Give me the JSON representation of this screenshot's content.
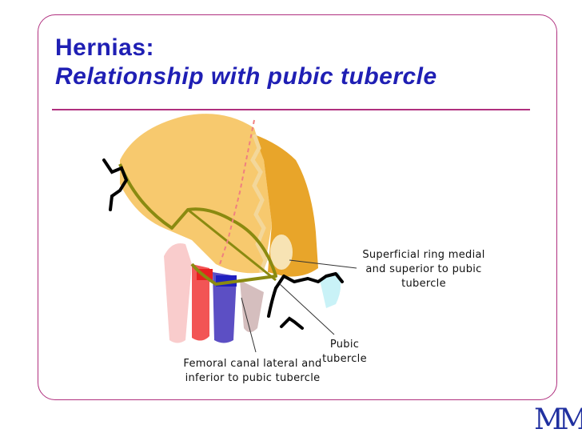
{
  "slide": {
    "title_line1": "Hernias:",
    "title_line2": "Relationship with pubic tubercle",
    "logo_text": "MM"
  },
  "labels": {
    "superficial_ring": "Superficial ring medial and superior to pubic tubercle",
    "pubic_tubercle": "Pubic tubercle",
    "femoral_canal": "Femoral canal lateral and inferior to pubic tubercle"
  },
  "colors": {
    "frame": "#b0307f",
    "title": "#1f1fb4",
    "abdominal_wall_light": "#f7c96e",
    "abdominal_wall_dark": "#e8a52a",
    "inguinal_ligament": "#8a8a10",
    "femoral_artery": "#f25555",
    "femoral_vein": "#5c4fc4",
    "femoral_nerve": "#f4b4b4",
    "lymph": "#b89898"
  }
}
